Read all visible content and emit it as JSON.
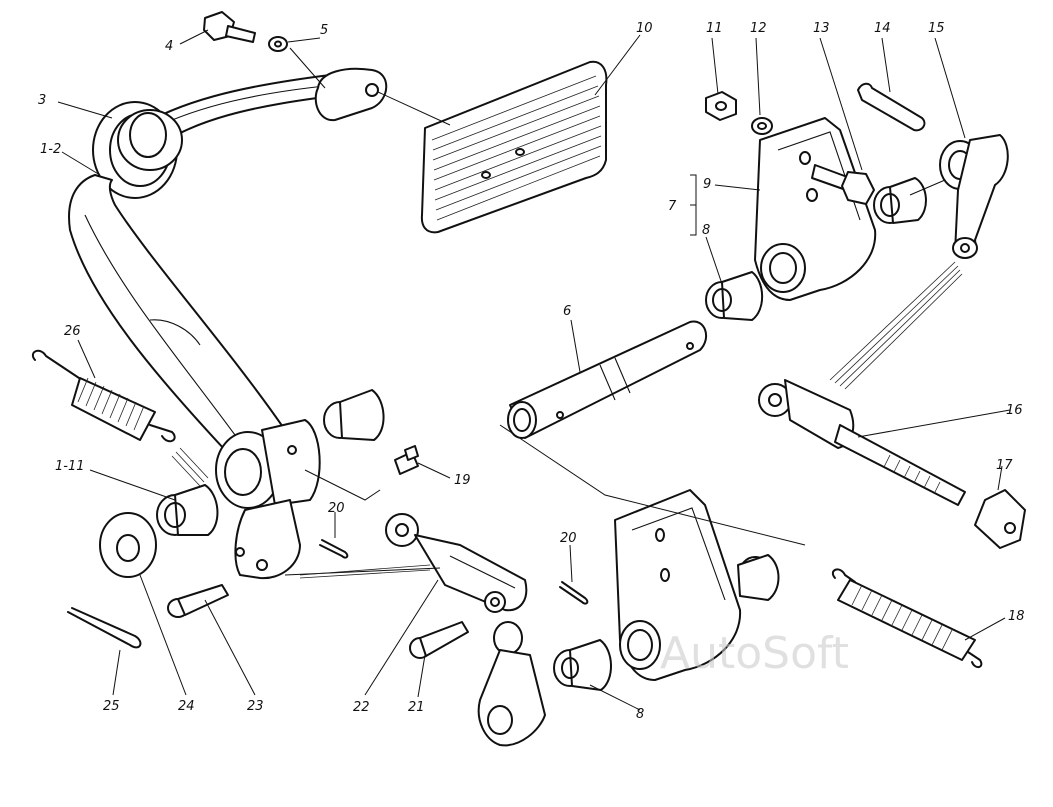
{
  "diagram": {
    "callouts": [
      {
        "id": "c-4",
        "text": "4"
      },
      {
        "id": "c-5",
        "text": "5"
      },
      {
        "id": "c-3",
        "text": "3"
      },
      {
        "id": "c-1-2",
        "text": "1-2"
      },
      {
        "id": "c-10",
        "text": "10"
      },
      {
        "id": "c-11",
        "text": "11"
      },
      {
        "id": "c-12",
        "text": "12"
      },
      {
        "id": "c-13",
        "text": "13"
      },
      {
        "id": "c-14",
        "text": "14"
      },
      {
        "id": "c-15",
        "text": "15"
      },
      {
        "id": "c-9",
        "text": "9"
      },
      {
        "id": "c-7",
        "text": "7"
      },
      {
        "id": "c-8a",
        "text": "8"
      },
      {
        "id": "c-6",
        "text": "6"
      },
      {
        "id": "c-26",
        "text": "26"
      },
      {
        "id": "c-16",
        "text": "16"
      },
      {
        "id": "c-17",
        "text": "17"
      },
      {
        "id": "c-1-11",
        "text": "1-11"
      },
      {
        "id": "c-19",
        "text": "19"
      },
      {
        "id": "c-20a",
        "text": "20"
      },
      {
        "id": "c-20b",
        "text": "20"
      },
      {
        "id": "c-18",
        "text": "18"
      },
      {
        "id": "c-25",
        "text": "25"
      },
      {
        "id": "c-24",
        "text": "24"
      },
      {
        "id": "c-23",
        "text": "23"
      },
      {
        "id": "c-22",
        "text": "22"
      },
      {
        "id": "c-21",
        "text": "21"
      },
      {
        "id": "c-8b",
        "text": "8"
      }
    ],
    "watermark": "AutoSoft"
  }
}
